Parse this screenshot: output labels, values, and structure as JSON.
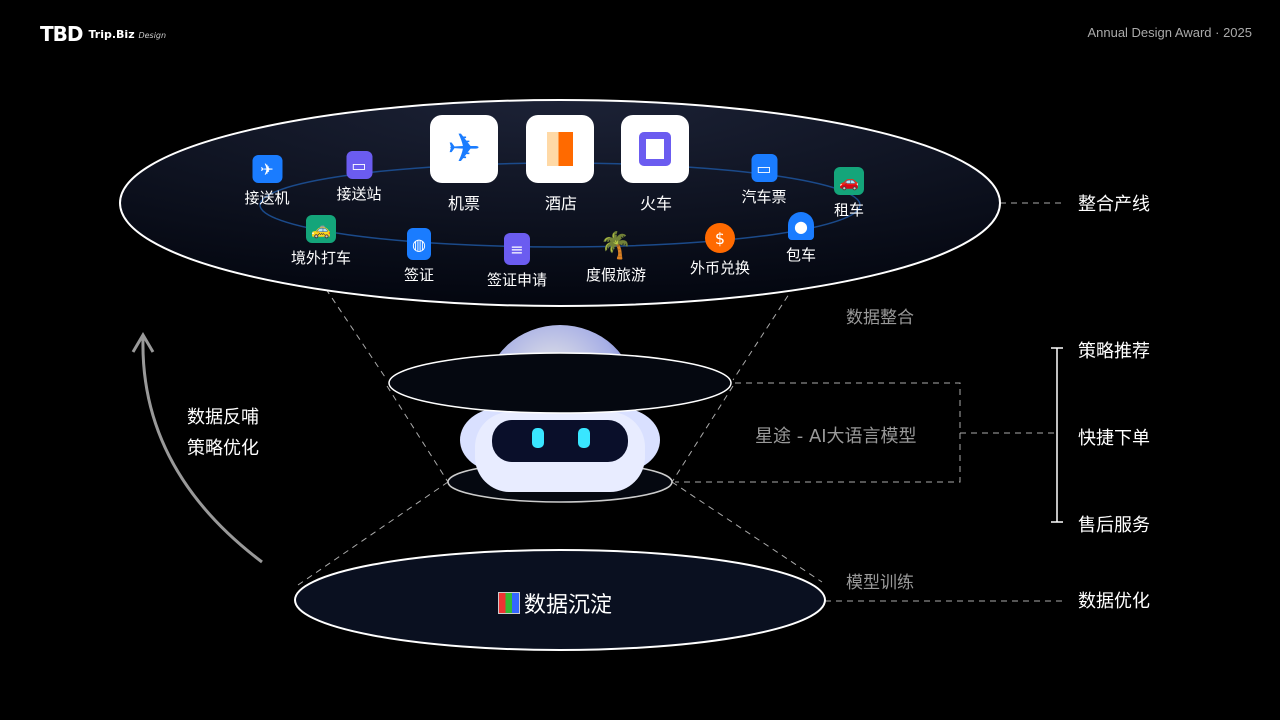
{
  "header": {
    "logo_mark": "TBD",
    "logo_brand": "Trip.Biz",
    "logo_sub": "Design",
    "award": "Annual Design Award · 2025"
  },
  "products": {
    "main": [
      {
        "label": "机票",
        "icon": "plane-icon",
        "color": "#1a7cff"
      },
      {
        "label": "酒店",
        "icon": "hotel-icon",
        "color": "#ff6a00"
      },
      {
        "label": "火车",
        "icon": "train-icon",
        "color": "#6b5cf0"
      }
    ],
    "ring": [
      {
        "label": "接送机",
        "icon": "airport-car-icon",
        "color": "#1a7cff"
      },
      {
        "label": "接送站",
        "icon": "station-train-icon",
        "color": "#6b5cf0"
      },
      {
        "label": "汽车票",
        "icon": "bus-icon",
        "color": "#1a7cff"
      },
      {
        "label": "租车",
        "icon": "rental-car-icon",
        "color": "#14a57a"
      },
      {
        "label": "境外打车",
        "icon": "taxi-icon",
        "color": "#14a57a"
      },
      {
        "label": "签证",
        "icon": "passport-icon",
        "color": "#1a7cff"
      },
      {
        "label": "签证申请",
        "icon": "visa-application-icon",
        "color": "#6b5cf0"
      },
      {
        "label": "度假旅游",
        "icon": "palm-tree-icon",
        "color": "#14a57a"
      },
      {
        "label": "外币兑换",
        "icon": "dollar-coin-icon",
        "color": "#ff6a00"
      },
      {
        "label": "包车",
        "icon": "chauffeur-icon",
        "color": "#1a7cff"
      }
    ]
  },
  "labels": {
    "integrate_products": "整合产线",
    "data_integration": "数据整合",
    "model_name": "星途 - AI大语言模型",
    "strategy_recommend": "策略推荐",
    "quick_order": "快捷下单",
    "after_sales": "售后服务",
    "model_training": "模型训练",
    "data_optimize": "数据优化",
    "data_deposit": "数据沉淀",
    "feedback_line1": "数据反哺",
    "feedback_line2": "策略优化"
  }
}
